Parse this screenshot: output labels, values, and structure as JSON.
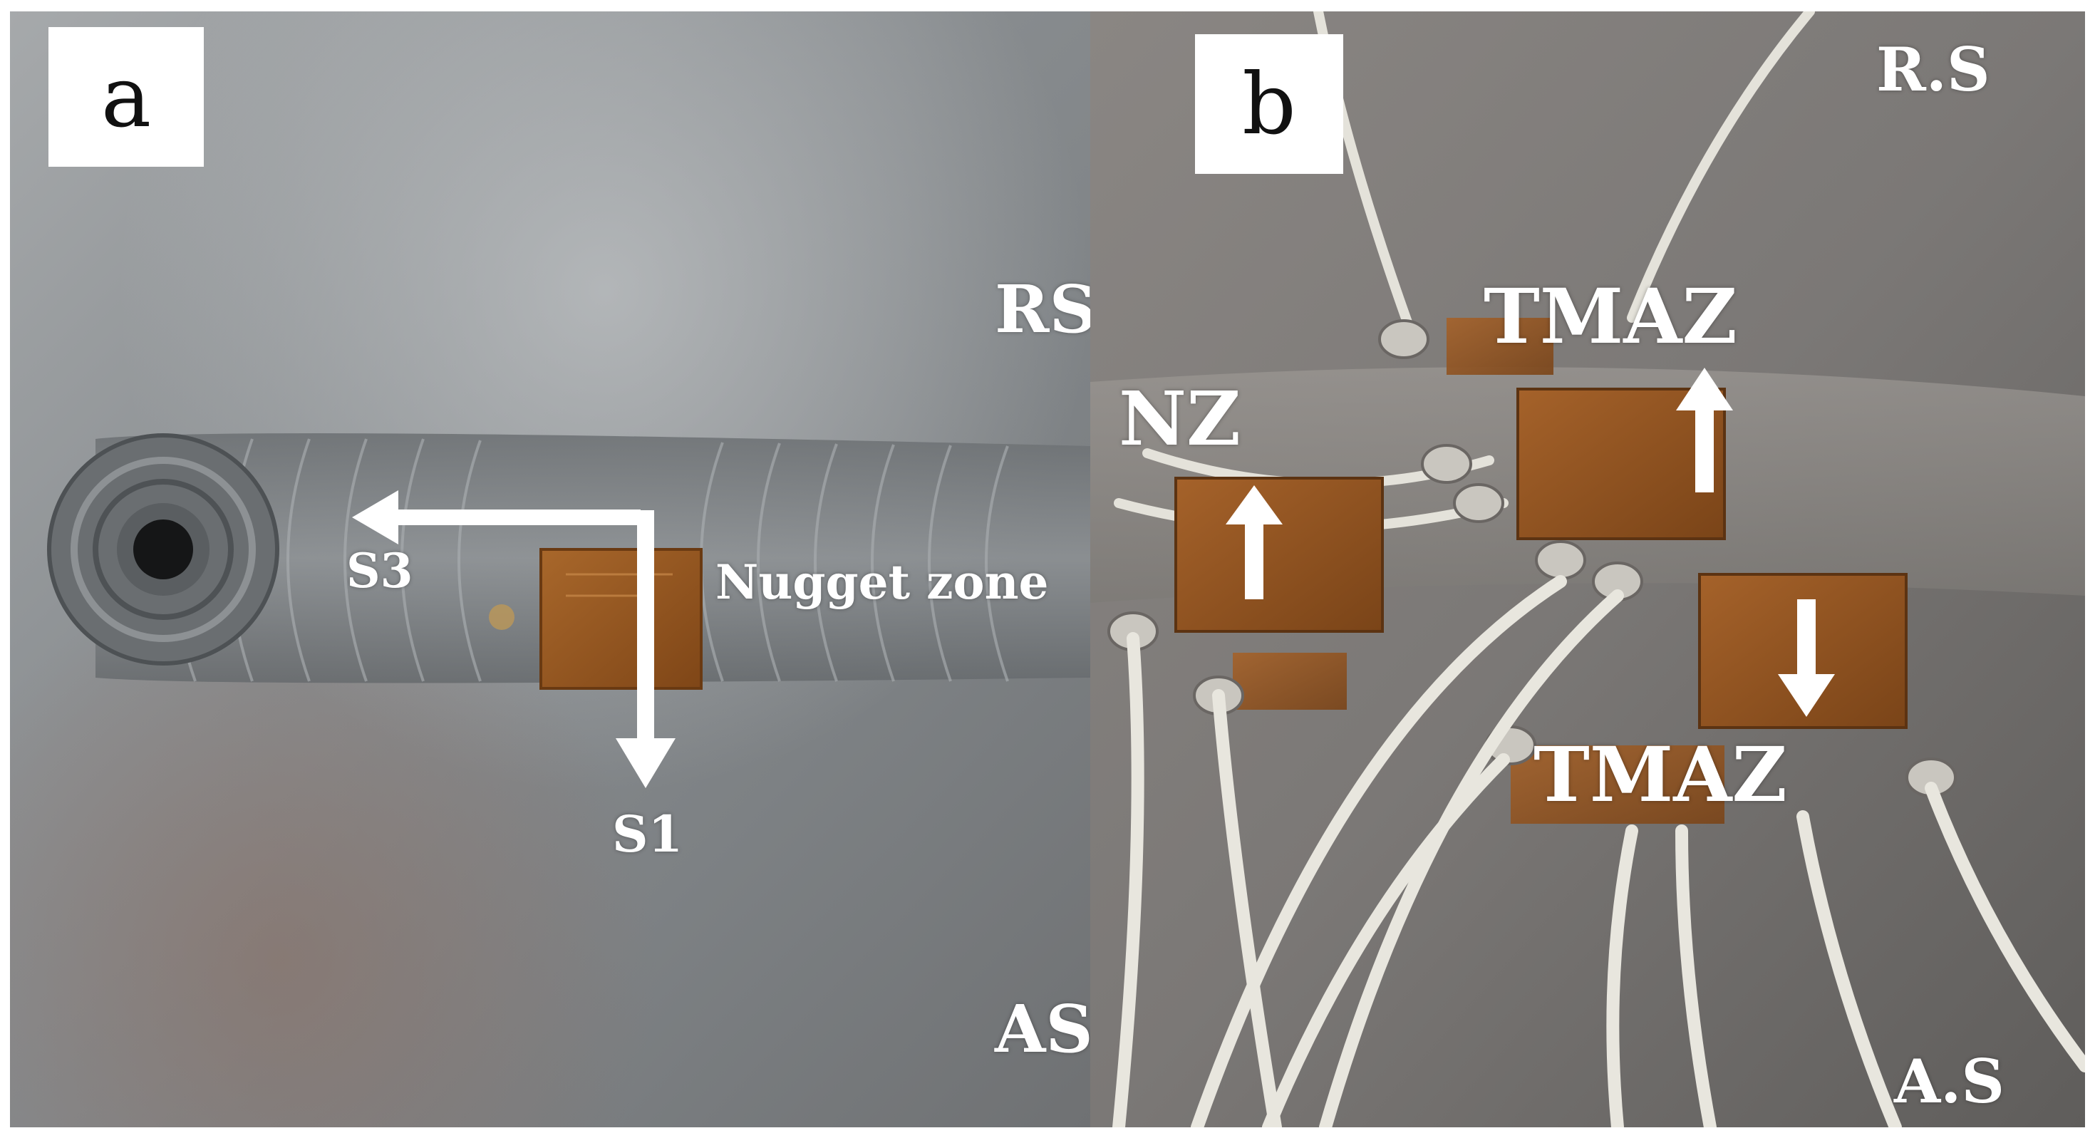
{
  "panels": [
    {
      "letter": "a",
      "labels": {
        "s3": "S3",
        "s1": "S1",
        "nugget_zone": "Nugget zone",
        "rs": "RS",
        "as": "AS"
      }
    },
    {
      "letter": "b",
      "labels": {
        "r_s": "R.S",
        "a_s": "A.S",
        "nz": "NZ",
        "tmaz_top": "TMAZ",
        "tmaz_bottom": "TMAZ"
      }
    }
  ],
  "colors": {
    "plate": "#8f9396",
    "strain_gauge": "#9a5a22",
    "wire": "#e6e4dc",
    "label_text": "#ffffff"
  }
}
